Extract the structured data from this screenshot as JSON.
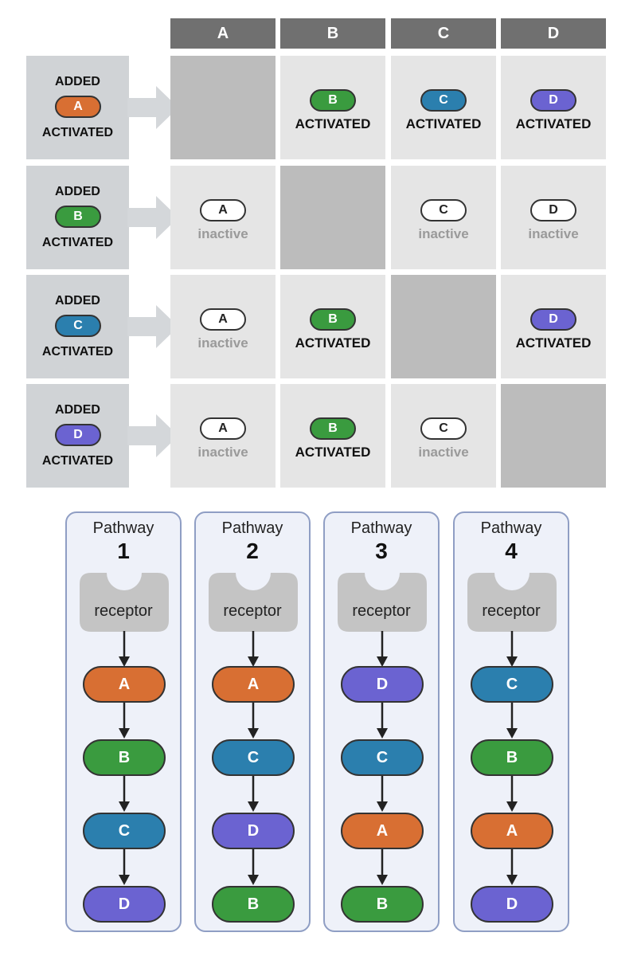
{
  "colors": {
    "A": "#d86f33",
    "B": "#3a9b3f",
    "C": "#2b7fae",
    "D": "#6b63d1"
  },
  "columns": [
    "A",
    "B",
    "C",
    "D"
  ],
  "rows": [
    {
      "added_label": "ADDED",
      "protein": "A",
      "activated_label": "ACTIVATED",
      "cells": [
        {
          "empty": true
        },
        {
          "protein": "B",
          "state": "ACTIVATED",
          "active": true
        },
        {
          "protein": "C",
          "state": "ACTIVATED",
          "active": true
        },
        {
          "protein": "D",
          "state": "ACTIVATED",
          "active": true
        }
      ]
    },
    {
      "added_label": "ADDED",
      "protein": "B",
      "activated_label": "ACTIVATED",
      "cells": [
        {
          "protein": "A",
          "state": "inactive",
          "active": false
        },
        {
          "empty": true
        },
        {
          "protein": "C",
          "state": "inactive",
          "active": false
        },
        {
          "protein": "D",
          "state": "inactive",
          "active": false
        }
      ]
    },
    {
      "added_label": "ADDED",
      "protein": "C",
      "activated_label": "ACTIVATED",
      "cells": [
        {
          "protein": "A",
          "state": "inactive",
          "active": false
        },
        {
          "protein": "B",
          "state": "ACTIVATED",
          "active": true
        },
        {
          "empty": true
        },
        {
          "protein": "D",
          "state": "ACTIVATED",
          "active": true
        }
      ]
    },
    {
      "added_label": "ADDED",
      "protein": "D",
      "activated_label": "ACTIVATED",
      "cells": [
        {
          "protein": "A",
          "state": "inactive",
          "active": false
        },
        {
          "protein": "B",
          "state": "ACTIVATED",
          "active": true
        },
        {
          "protein": "C",
          "state": "inactive",
          "active": false
        },
        {
          "empty": true
        }
      ]
    }
  ],
  "pathways": [
    {
      "title": "Pathway",
      "number": "1",
      "receptor_label": "receptor",
      "sequence": [
        "A",
        "B",
        "C",
        "D"
      ]
    },
    {
      "title": "Pathway",
      "number": "2",
      "receptor_label": "receptor",
      "sequence": [
        "A",
        "C",
        "D",
        "B"
      ]
    },
    {
      "title": "Pathway",
      "number": "3",
      "receptor_label": "receptor",
      "sequence": [
        "D",
        "C",
        "A",
        "B"
      ]
    },
    {
      "title": "Pathway",
      "number": "4",
      "receptor_label": "receptor",
      "sequence": [
        "C",
        "B",
        "A",
        "D"
      ]
    }
  ]
}
